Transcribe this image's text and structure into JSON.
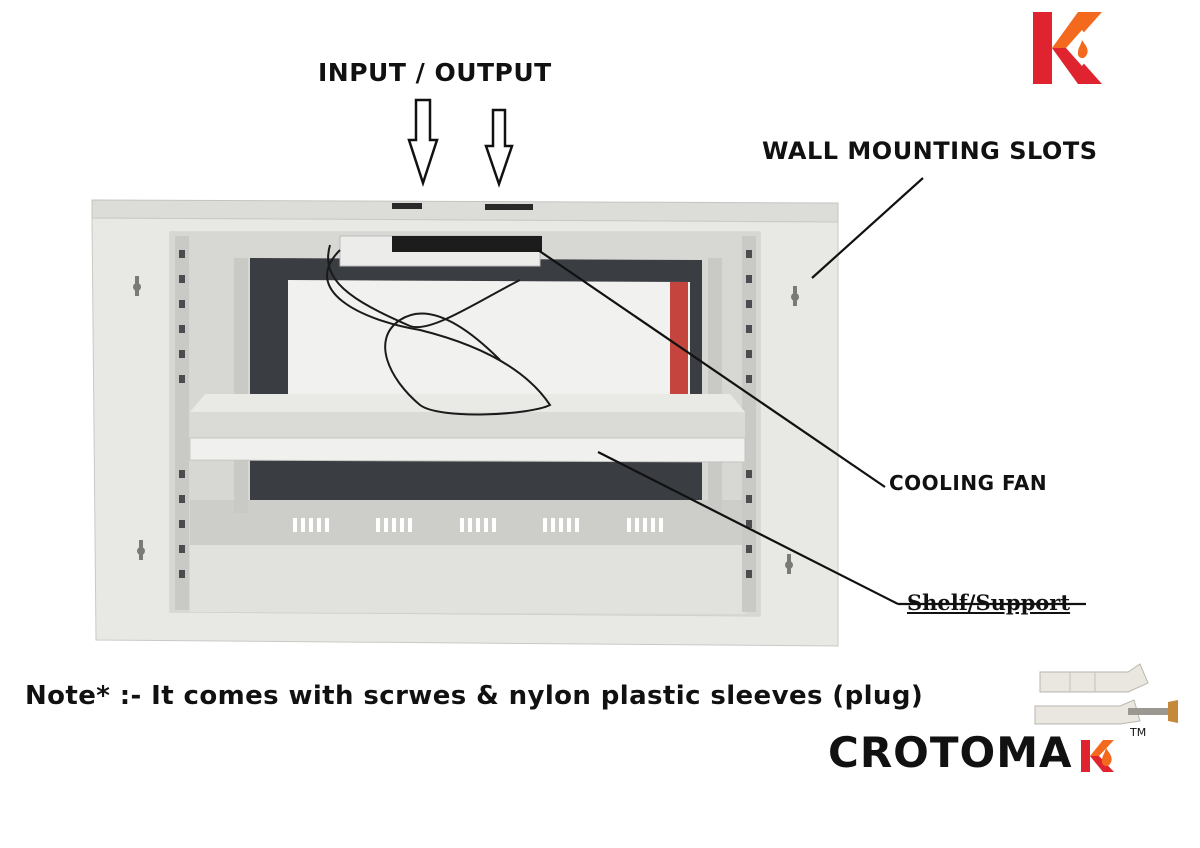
{
  "labels": {
    "io_title": "INPUT / OUTPUT",
    "wall_slots": "WALL MOUNTING SLOTS",
    "cooling_fan": "COOLING FAN",
    "shelf": "Shelf/Support",
    "note": "Note* :- It comes with scrwes & nylon plastic sleeves (plug)"
  },
  "brand": {
    "name": "CROTOMA",
    "trademark": "TM"
  },
  "colors": {
    "logo_orange": "#f36a1f",
    "logo_red": "#e0242f",
    "cabinet": "#e6e7e3",
    "interior": "#d9dad7",
    "text": "#111111"
  },
  "icons": {
    "logo": "k-logo-icon",
    "arrow": "down-arrow-icon",
    "plug": "wall-plug-icon"
  }
}
